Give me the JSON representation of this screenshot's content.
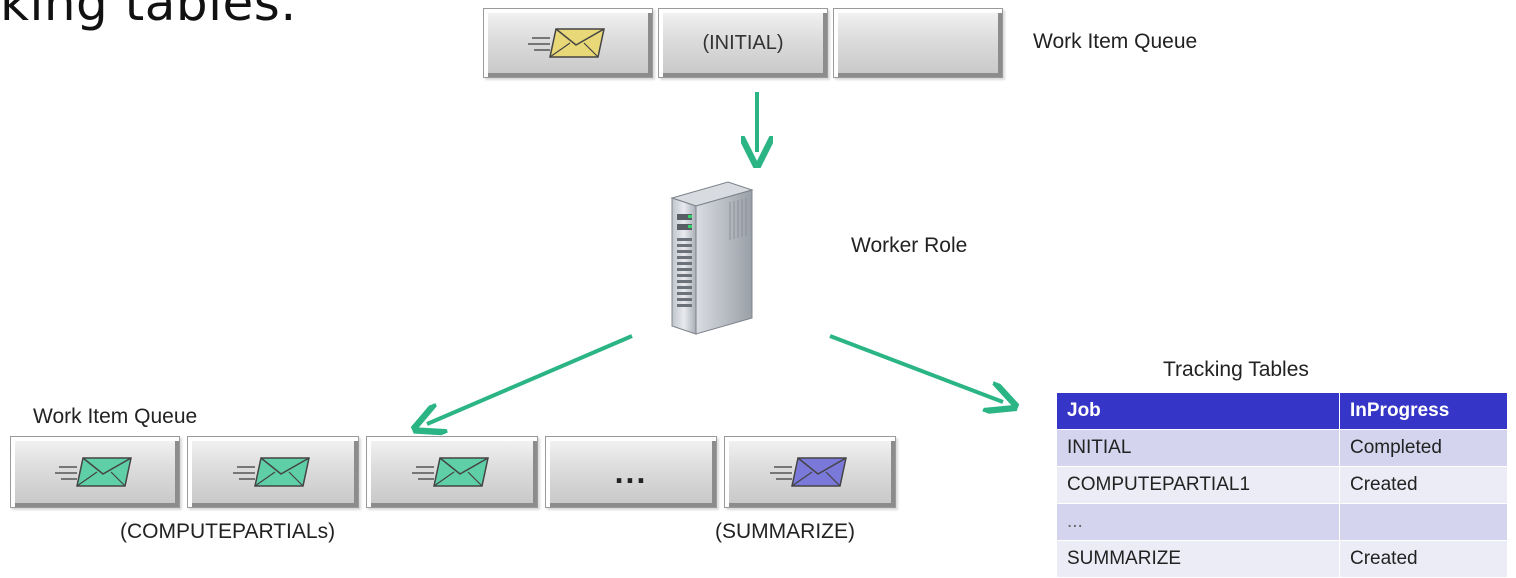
{
  "slide": {
    "title_fragment": "king tables."
  },
  "top_queue": {
    "label": "Work Item Queue",
    "cells": [
      {
        "kind": "message",
        "icon": "envelope-yellow-icon",
        "color": "#e8d878",
        "text": ""
      },
      {
        "kind": "text",
        "text": "(INITIAL)"
      },
      {
        "kind": "empty",
        "text": ""
      }
    ]
  },
  "worker": {
    "label": "Worker Role",
    "icon": "server-tower-icon"
  },
  "bottom_queue": {
    "label": "Work Item Queue",
    "cells": [
      {
        "kind": "message",
        "icon": "envelope-green-icon",
        "color": "#5fcfa8"
      },
      {
        "kind": "message",
        "icon": "envelope-green-icon",
        "color": "#5fcfa8"
      },
      {
        "kind": "message",
        "icon": "envelope-green-icon",
        "color": "#5fcfa8"
      },
      {
        "kind": "ellipsis",
        "text": "..."
      },
      {
        "kind": "message",
        "icon": "envelope-purple-icon",
        "color": "#7a78d8"
      }
    ],
    "caption_left": "(COMPUTEPARTIALs)",
    "caption_right": "(SUMMARIZE)"
  },
  "tracking": {
    "caption": "Tracking Tables",
    "header": [
      "Job",
      "InProgress"
    ],
    "rows": [
      [
        "INITIAL",
        "Completed"
      ],
      [
        "COMPUTEPARTIAL1",
        "Created"
      ],
      [
        "...",
        ""
      ],
      [
        "SUMMARIZE",
        "Created"
      ]
    ],
    "header_color": "#3535c8"
  },
  "colors": {
    "arrow": "#2bb585"
  }
}
